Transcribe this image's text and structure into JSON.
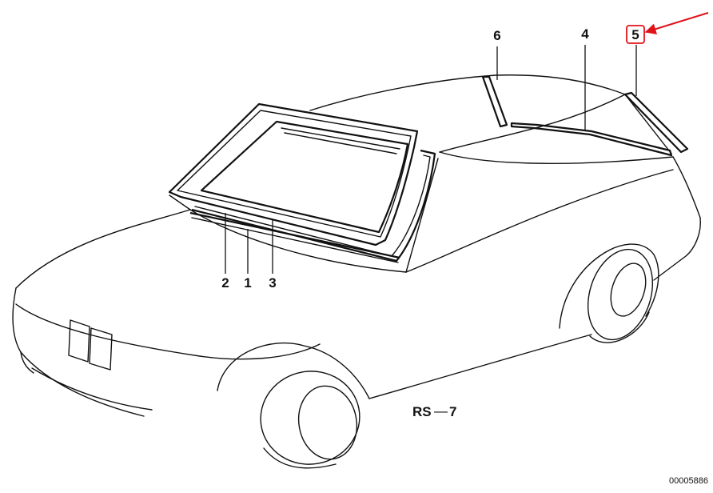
{
  "callouts": {
    "part1": "1",
    "part2": "2",
    "part3": "3",
    "part4": "4",
    "part5": "5",
    "part6": "6"
  },
  "diagram_code": {
    "prefix": "RS",
    "separator": "—",
    "number": "7"
  },
  "reference_number": "00005886",
  "highlight": {
    "target": "5",
    "color": "#e0131b"
  }
}
